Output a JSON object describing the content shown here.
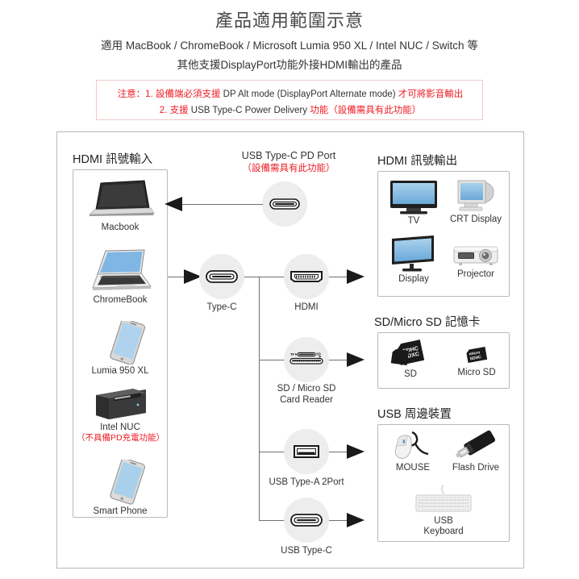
{
  "header": {
    "title": "產品適用範圍示意",
    "subtitle_line1": "適用 MacBook / ChromeBook / Microsoft Lumia 950 XL / Intel NUC  / Switch 等",
    "subtitle_line2": "其他支援DisplayPort功能外接HDMI輸出的產品"
  },
  "notice": {
    "line1_a": "注意：1. 設備端必須支援",
    "line1_b": " DP Alt mode (DisplayPort Alternate mode) ",
    "line1_c": "才可將影音輸出",
    "line2_a": "2. 支援",
    "line2_b": " USB Type-C Power Delivery ",
    "line2_c": "功能（設備需具有此功能）"
  },
  "groups": {
    "hdmi_input": {
      "label": "HDMI 訊號輸入"
    },
    "hdmi_output": {
      "label": "HDMI 訊號輸出"
    },
    "sd_cards": {
      "label": "SD/Micro SD 記憶卡"
    },
    "usb_periph": {
      "label": "USB 周邊裝置"
    }
  },
  "input_devices": [
    {
      "name": "Macbook",
      "icon": "macbook-icon",
      "note": ""
    },
    {
      "name": "ChromeBook",
      "icon": "chromebook-icon",
      "note": ""
    },
    {
      "name": "Lumia 950 XL",
      "icon": "lumia-phone-icon",
      "note": ""
    },
    {
      "name": "Intel NUC",
      "icon": "intel-nuc-icon",
      "note": "（不具備PD充電功能）"
    },
    {
      "name": "Smart Phone",
      "icon": "smartphone-icon",
      "note": ""
    }
  ],
  "pd_port": {
    "title": "USB Type-C PD Port",
    "note": "（設備需具有此功能）",
    "icon": "usb-type-c-icon"
  },
  "ports": [
    {
      "id": "type-c",
      "label": "Type-C",
      "icon": "usb-type-c-icon"
    },
    {
      "id": "hdmi",
      "label": "HDMI",
      "icon": "hdmi-port-icon"
    },
    {
      "id": "sdread",
      "label": "SD / Micro SD\nCard Reader",
      "icon": "sd-card-reader-icon",
      "label_l1": "SD / Micro SD",
      "label_l2": "Card Reader"
    },
    {
      "id": "usba",
      "label": "USB Type-A 2Port",
      "icon": "usb-type-a-icon"
    },
    {
      "id": "usbc",
      "label": "USB Type-C",
      "icon": "usb-type-c-icon"
    }
  ],
  "output_displays": [
    {
      "name": "TV",
      "icon": "tv-icon"
    },
    {
      "name": "CRT Display",
      "icon": "crt-monitor-icon"
    },
    {
      "name": "Display",
      "icon": "lcd-monitor-icon"
    },
    {
      "name": "Projector",
      "icon": "projector-icon"
    }
  ],
  "memory_cards": [
    {
      "name": "SD",
      "icon": "sd-card-icon",
      "face_l1": "SDHC",
      "face_l2": "SDXC"
    },
    {
      "name": "Micro SD",
      "icon": "micro-sd-card-icon",
      "face_l1": "micro",
      "face_l2": "SDHC"
    }
  ],
  "usb_devices": [
    {
      "name": "MOUSE",
      "icon": "mouse-icon"
    },
    {
      "name": "Flash Drive",
      "icon": "flash-drive-icon"
    },
    {
      "name": "USB Keyboard",
      "icon": "keyboard-icon",
      "cap_l1": "USB",
      "cap_l2": "Keyboard"
    }
  ],
  "colors": {
    "red": "#ee1c25",
    "frame_border": "#b9b9b9",
    "line": "#6f6f6f",
    "arrow": "#1a1a1a",
    "disc": "#ededed",
    "screen_blue": "#7fb6e0"
  }
}
